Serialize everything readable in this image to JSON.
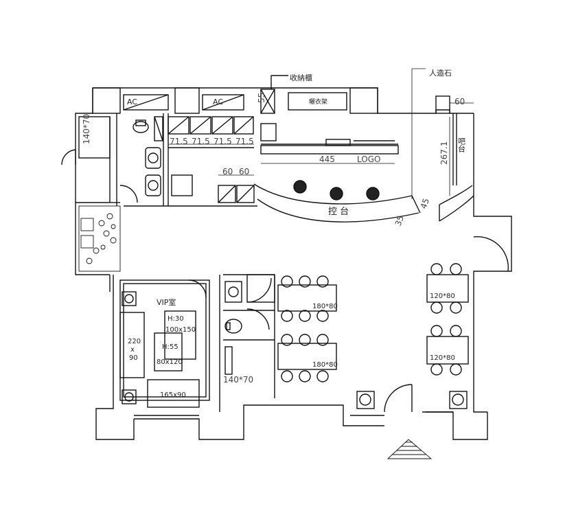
{
  "labels": {
    "storage_cabinet": "收納櫃",
    "artificial_stone": "人造石",
    "drying_rack": "曬衣架",
    "counter": "控 台",
    "bar_counter": "吧台",
    "logo": "LOGO",
    "vip_room": "VIP室",
    "ac_1": "AC",
    "ac_2": "AC"
  },
  "dimensions": {
    "bed_top": "140*70",
    "bed_bottom": "140*70",
    "dim_60_top": "60",
    "dim_55": "55",
    "cab_1": "71.5",
    "cab_2": "71.5",
    "cab_3": "71.5",
    "cab_4": "71.5",
    "dim_445": "445",
    "dim_60_a": "60",
    "dim_60_b": "60",
    "dim_267": "267.1",
    "dim_45": "45",
    "dim_35": "35",
    "table_1": "180*80",
    "table_2": "180*80",
    "table_3": "120*80",
    "table_4": "120*80",
    "sofa_w": "220",
    "sofa_x": "x",
    "sofa_d": "90",
    "vip_h30": "H:30",
    "vip_100": "100x150",
    "vip_h55": "H:55",
    "vip_80": "80x120",
    "vip_165": "165x90"
  }
}
